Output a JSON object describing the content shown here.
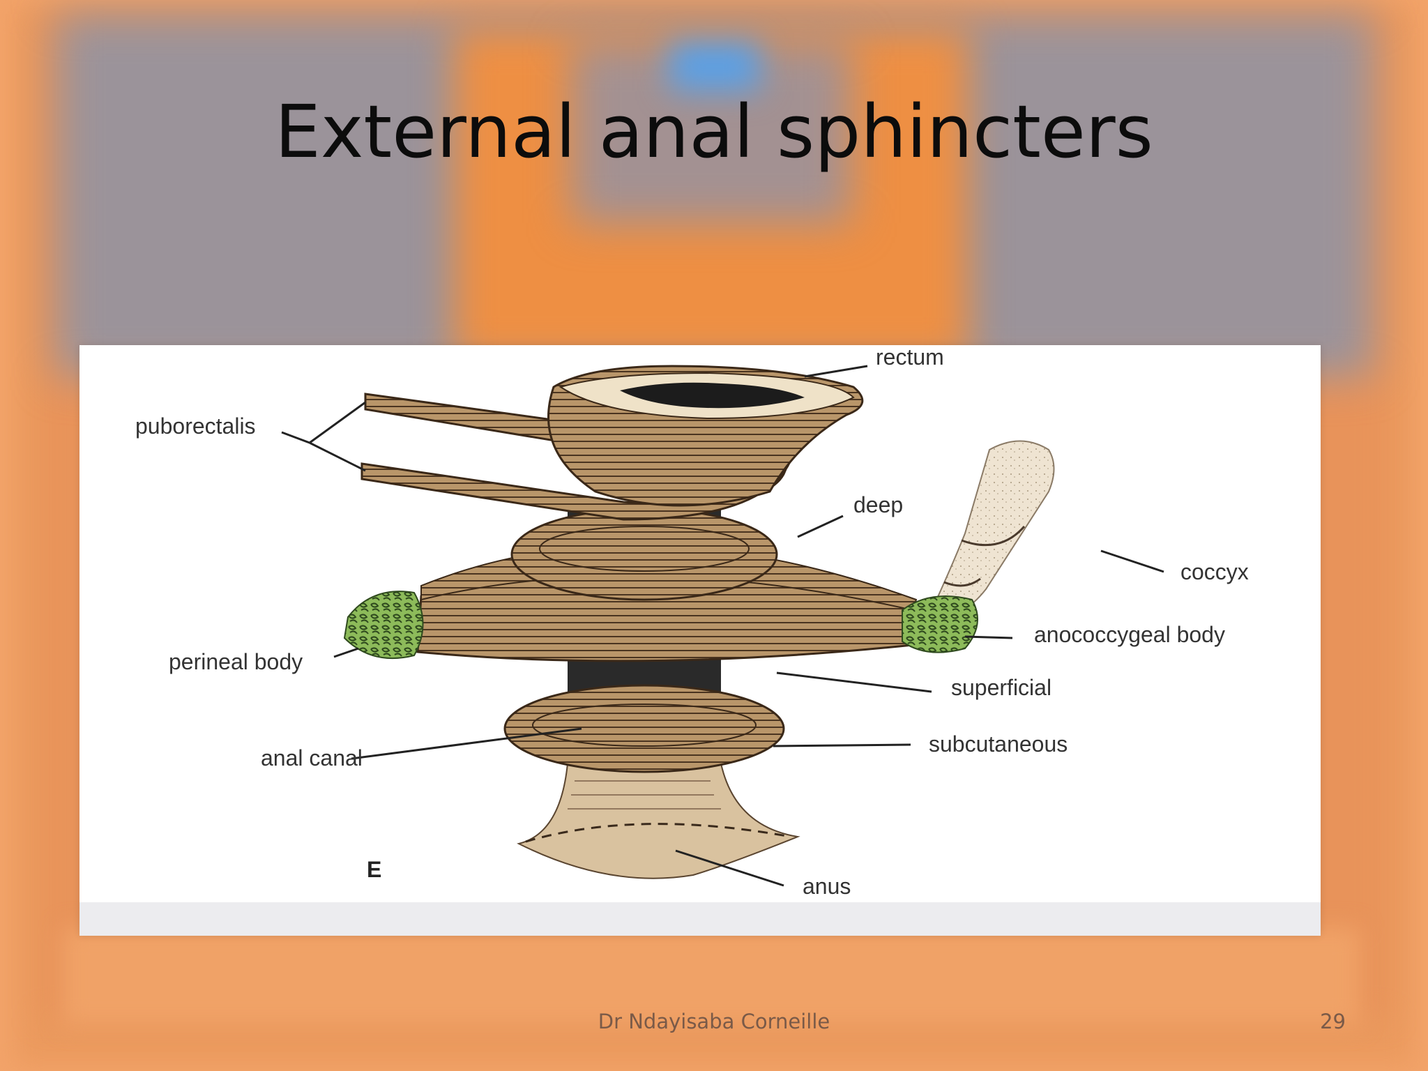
{
  "slide": {
    "title": "External anal sphincters",
    "footer": "Dr Ndayisaba Corneille",
    "page_number": "29"
  },
  "figure": {
    "panel_letter": "E",
    "labels": {
      "rectum": "rectum",
      "puborectalis": "puborectalis",
      "deep": "deep",
      "coccyx": "coccyx",
      "anococcygeal_body": "anococcygeal body",
      "perineal_body": "perineal body",
      "superficial": "superficial",
      "subcutaneous": "subcutaneous",
      "anal_canal": "anal canal",
      "anus": "anus"
    },
    "colors": {
      "muscle": "#b9966a",
      "muscle_dark": "#4a3420",
      "canal": "#2a2a2a",
      "fibrous_body": "#8dbb5a",
      "bone": "#efe4d2",
      "skin": "#d9c29f"
    }
  }
}
